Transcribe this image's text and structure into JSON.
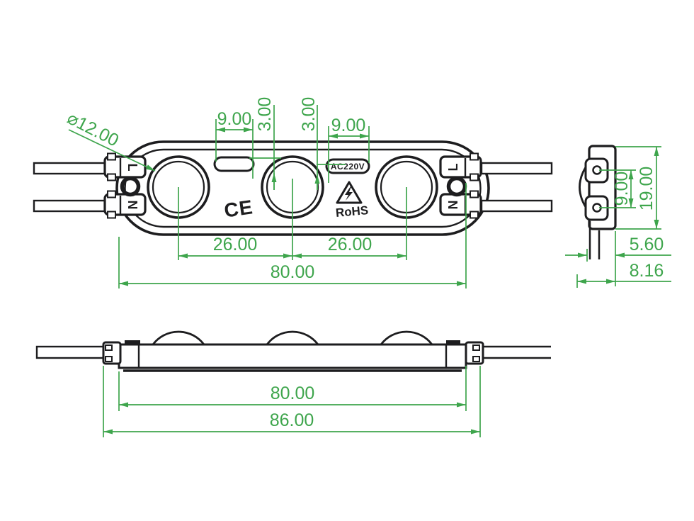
{
  "colors": {
    "dimension_color": "#3ea54c",
    "line_color": "#1d1d1f",
    "background": "#ffffff"
  },
  "top_view": {
    "dimensions": {
      "lens_diameter": "⌀12.00",
      "left_slot_width": "9.00",
      "left_gap": "3.00",
      "right_gap": "3.00",
      "right_slot_width": "9.00",
      "led_pitch_left": "26.00",
      "led_pitch_right": "26.00",
      "body_length": "80.00"
    },
    "labels": {
      "voltage": "AC220V",
      "ce_mark": "CE",
      "rohs": "RoHS",
      "live": "L",
      "neutral": "N"
    }
  },
  "side_view": {
    "dimensions": {
      "hole_pitch": "9.00",
      "module_height": "19.00",
      "base_depth": "5.60",
      "total_depth": "8.16"
    }
  },
  "front_view": {
    "dimensions": {
      "body_length": "80.00",
      "overall_length": "86.00"
    }
  }
}
